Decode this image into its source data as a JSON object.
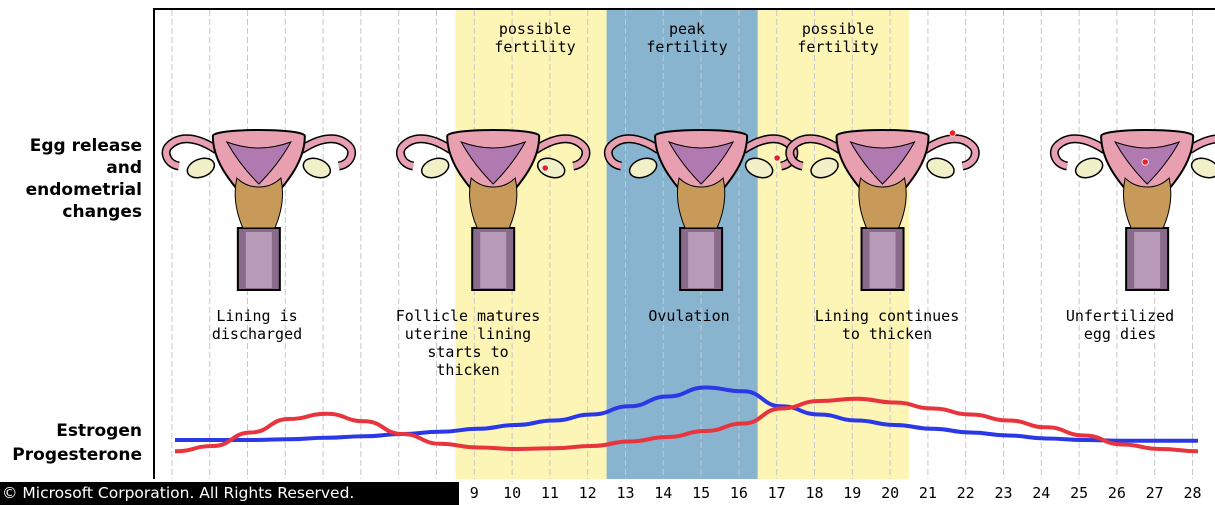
{
  "side_labels": {
    "egg_release": "Egg release\nand\nendometrial\nchanges",
    "estrogen": "Estrogen",
    "progesterone": "Progesterone"
  },
  "zones": [
    {
      "label": "possible\nfertility",
      "from_day": 9,
      "to_day": 12,
      "color": "#fdf5b6"
    },
    {
      "label": "peak\nfertility",
      "from_day": 13,
      "to_day": 16,
      "color": "#88b4d0"
    },
    {
      "label": "possible\nfertility",
      "from_day": 17,
      "to_day": 20,
      "color": "#fdf5b6"
    }
  ],
  "stages": [
    {
      "caption": "Lining is\ndischarged",
      "day": 3.3,
      "egg": "none"
    },
    {
      "caption": "Follicle matures\nuterine lining\nstarts to\nthicken",
      "day": 9.5,
      "egg": "follicle"
    },
    {
      "caption": "Ovulation",
      "day": 15,
      "egg": "released"
    },
    {
      "caption": "Lining continues\nto thicken",
      "day": 19.8,
      "egg": "tube"
    },
    {
      "caption": "Unfertilized\negg dies",
      "day": 26.8,
      "egg": "uterus"
    }
  ],
  "days": [
    "9",
    "10",
    "11",
    "12",
    "13",
    "14",
    "15",
    "16",
    "17",
    "18",
    "19",
    "20",
    "21",
    "22",
    "23",
    "24",
    "25",
    "26",
    "27",
    "28"
  ],
  "copyright": "© Microsoft Corporation. All Rights Reserved.",
  "colors": {
    "estrogen": "#2b38e6",
    "progesterone": "#e8343c",
    "grid": "#c8c8c8",
    "uterus_outer": "#e8a0b0",
    "uterus_inner": "#b07ab0",
    "cervix": "#c89a5a",
    "ovary": "#f2f0c8",
    "vagina": "#8a6a8a"
  },
  "chart_data": {
    "type": "line",
    "x_unit": "day",
    "xlim": [
      1,
      28
    ],
    "series": [
      {
        "name": "Estrogen",
        "x": [
          1,
          2,
          3,
          4,
          5,
          6,
          7,
          8,
          9,
          10,
          11,
          12,
          13,
          14,
          15,
          16,
          17,
          18,
          19,
          20,
          21,
          22,
          23,
          24,
          25,
          26,
          27,
          28
        ],
        "values": [
          0.2,
          0.2,
          0.2,
          0.21,
          0.23,
          0.25,
          0.28,
          0.31,
          0.35,
          0.4,
          0.46,
          0.54,
          0.65,
          0.78,
          0.9,
          0.85,
          0.65,
          0.54,
          0.46,
          0.4,
          0.35,
          0.3,
          0.26,
          0.22,
          0.2,
          0.19,
          0.19,
          0.19
        ]
      },
      {
        "name": "Progesterone",
        "x": [
          1,
          2,
          3,
          4,
          5,
          6,
          7,
          8,
          9,
          10,
          11,
          12,
          13,
          14,
          15,
          16,
          17,
          18,
          19,
          20,
          21,
          22,
          23,
          24,
          25,
          26,
          27,
          28
        ],
        "values": [
          0.05,
          0.12,
          0.3,
          0.48,
          0.55,
          0.45,
          0.28,
          0.15,
          0.1,
          0.08,
          0.09,
          0.12,
          0.18,
          0.24,
          0.32,
          0.42,
          0.62,
          0.72,
          0.75,
          0.7,
          0.62,
          0.54,
          0.46,
          0.37,
          0.26,
          0.14,
          0.08,
          0.05
        ]
      }
    ]
  }
}
